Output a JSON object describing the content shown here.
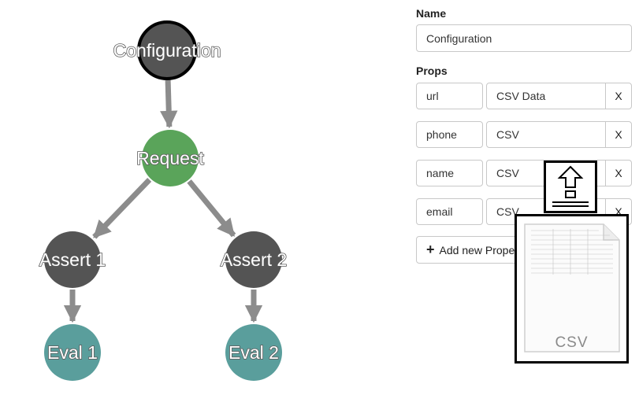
{
  "graph": {
    "nodes": [
      {
        "id": "configuration",
        "label": "Configuration",
        "color": "#545454",
        "selected": true
      },
      {
        "id": "request",
        "label": "Request",
        "color": "#5aa45a"
      },
      {
        "id": "assert1",
        "label": "Assert 1",
        "color": "#545454"
      },
      {
        "id": "assert2",
        "label": "Assert 2",
        "color": "#545454"
      },
      {
        "id": "eval1",
        "label": "Eval 1",
        "color": "#5a9e9c"
      },
      {
        "id": "eval2",
        "label": "Eval 2",
        "color": "#5a9e9c"
      }
    ],
    "edges": [
      {
        "from": "configuration",
        "to": "request"
      },
      {
        "from": "request",
        "to": "assert1"
      },
      {
        "from": "request",
        "to": "assert2"
      },
      {
        "from": "assert1",
        "to": "eval1"
      },
      {
        "from": "assert2",
        "to": "eval2"
      }
    ],
    "edge_color": "#8c8c8c"
  },
  "panel": {
    "name_label": "Name",
    "name_value": "Configuration",
    "props_label": "Props",
    "props": [
      {
        "key": "url",
        "value": "CSV Data",
        "remove": "X"
      },
      {
        "key": "phone",
        "value": "CSV",
        "remove": "X"
      },
      {
        "key": "name",
        "value": "CSV",
        "remove": "X"
      },
      {
        "key": "email",
        "value": "CSV",
        "remove": "X"
      }
    ],
    "add_button_label": "Add new Prope",
    "add_icon": "plus-icon"
  },
  "overlay": {
    "upload_icon": "upload-arrow-icon",
    "file_icon": "csv-file-icon",
    "file_type_label": "CSV"
  }
}
